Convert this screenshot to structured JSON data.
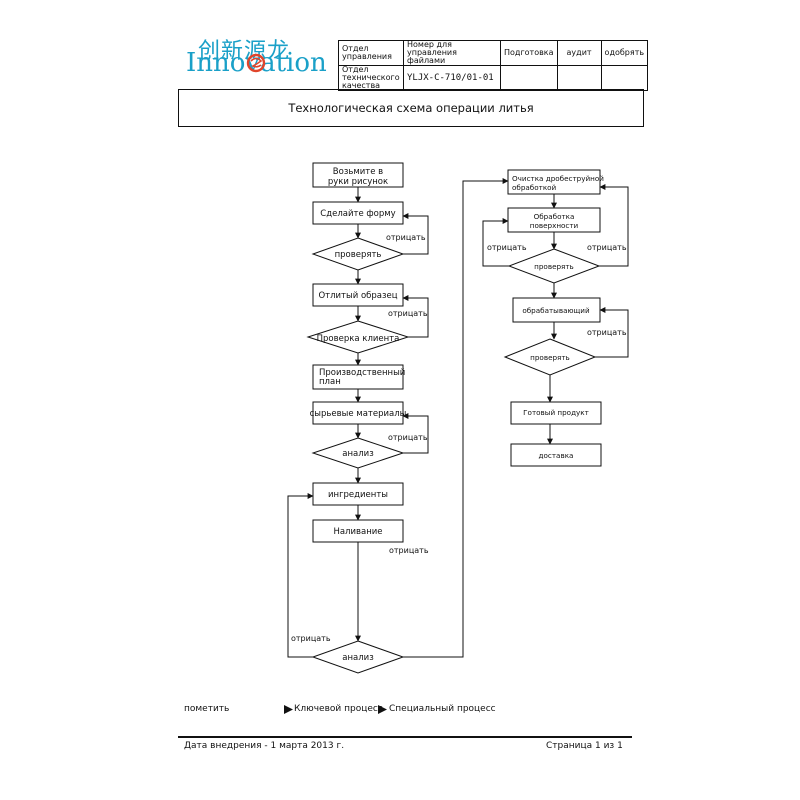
{
  "logo": {
    "cn": "创新源龙",
    "en": "Innovation"
  },
  "header_table": {
    "dept_mgmt": "Отдел управления",
    "file_no_label": "Номер для управления файлами",
    "prepare": "Подготовка",
    "audit": "аудит",
    "approve": "одобрять",
    "dept_qa": "Отдел технического качества",
    "file_no": "YLJX-C-710/01-01"
  },
  "title": "Технологическая схема операции литья",
  "flow": {
    "take_drawing": [
      "Возьмите в",
      "руки рисунок"
    ],
    "make_mold": "Сделайте форму",
    "check_1": "проверять",
    "casting_sample": "Отлитый образец",
    "client_check": "Проверка клиента",
    "production_plan": [
      "Производственный",
      "план"
    ],
    "raw_materials": "сырьевые материалы",
    "analysis_1": "анализ",
    "ingredients": "ингредиенты",
    "pouring": "Наливание",
    "analysis_2": "анализ",
    "shot_blasting": [
      "Очистка дробеструйной",
      "обработкой"
    ],
    "surface_treatment": [
      "Обработка",
      "поверхности"
    ],
    "check_2": "проверять",
    "machining": "обрабатывающий",
    "check_3": "проверять",
    "finished_product": "Готовый продукт",
    "delivery": "доставка",
    "reject": "отрицать"
  },
  "legend": {
    "note": "пометить",
    "key_process": "Ключевой процесс",
    "special_process": "Специальный процесс"
  },
  "footer": {
    "date": "Дата внедрения - 1 марта 2013 г.",
    "page": "Страница 1 из 1"
  },
  "colors": {
    "logo": "#1aa0c8",
    "logo_accent": "#e0452b",
    "ink": "#111111"
  }
}
